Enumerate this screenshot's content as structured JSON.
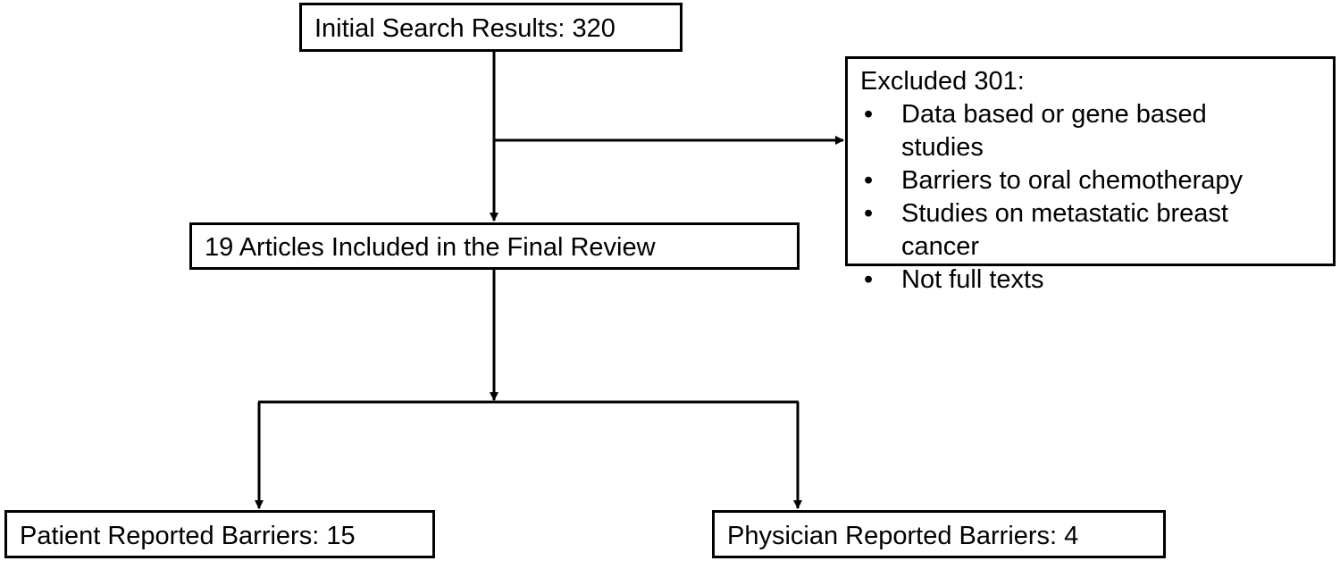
{
  "nodes": {
    "initial_search": {
      "text": "Initial Search Results: 320"
    },
    "excluded": {
      "title": "Excluded 301:",
      "reasons": [
        "Data based or gene based studies",
        "Barriers to oral chemotherapy",
        "Studies on metastatic breast cancer",
        "Not full texts"
      ]
    },
    "included": {
      "text": "19 Articles Included in the Final Review"
    },
    "patient": {
      "text": "Patient Reported Barriers: 15"
    },
    "physician": {
      "text": "Physician Reported Barriers: 4"
    }
  },
  "colors": {
    "stroke": "#000000",
    "background": "#ffffff"
  }
}
